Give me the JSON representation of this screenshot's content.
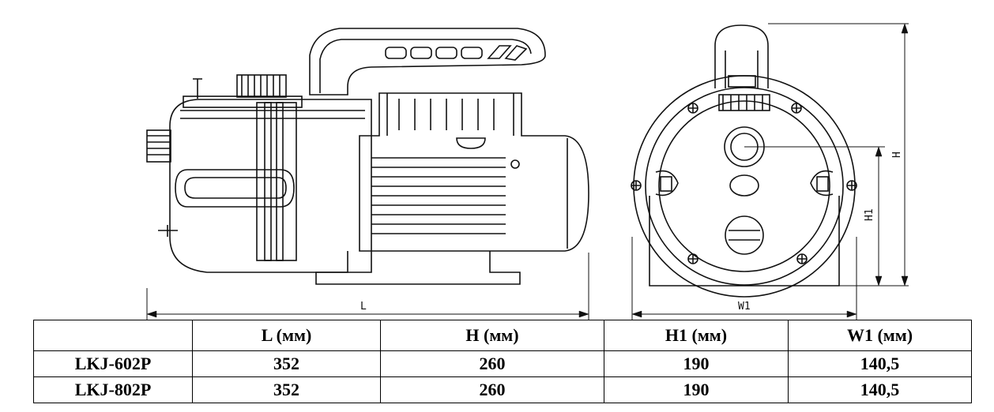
{
  "drawing": {
    "dimension_labels": {
      "L": "L",
      "H": "H",
      "H1": "H1",
      "W1": "W1"
    }
  },
  "table": {
    "headers": [
      "",
      "L (мм)",
      "H (мм)",
      "H1 (мм)",
      "W1 (мм)"
    ],
    "rows": [
      [
        "LKJ-602P",
        "352",
        "260",
        "190",
        "140,5"
      ],
      [
        "LKJ-802P",
        "352",
        "260",
        "190",
        "140,5"
      ]
    ]
  }
}
